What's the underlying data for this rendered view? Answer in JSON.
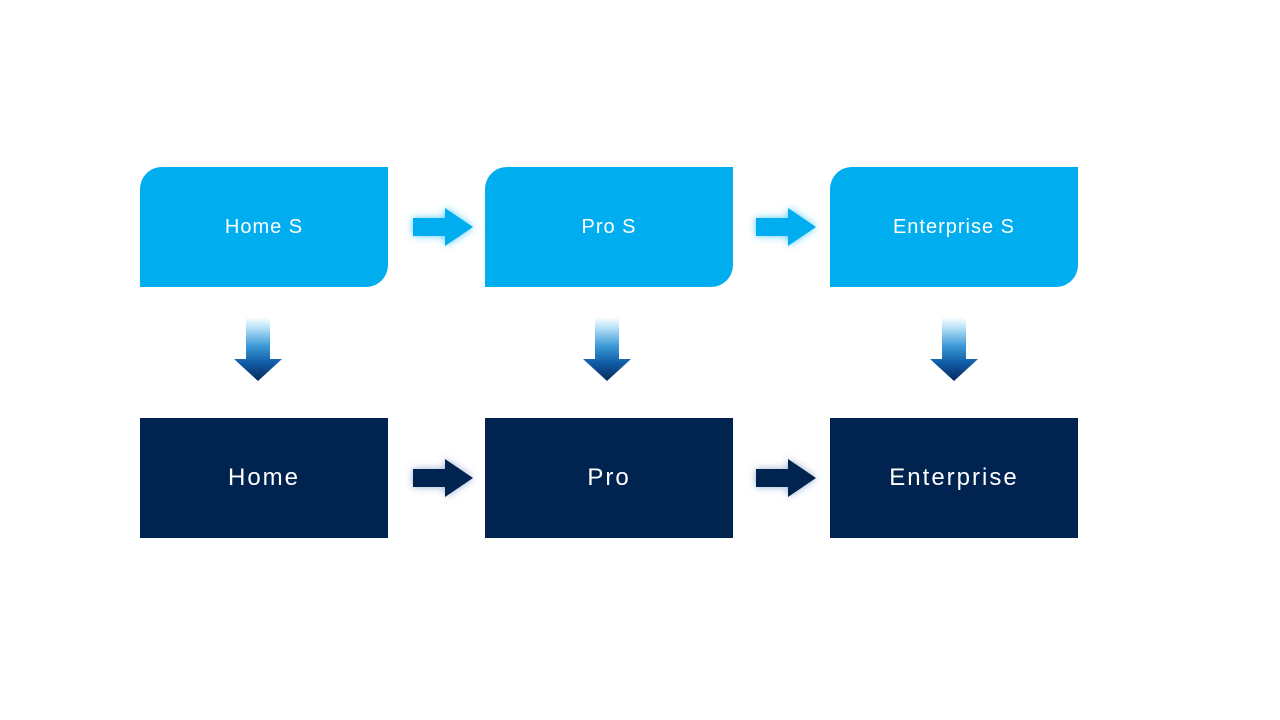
{
  "diagram": {
    "colors": {
      "light_blue": "#00AEEF",
      "dark_navy": "#012350",
      "label_text": "#FFFFFF"
    },
    "columns": [
      {
        "top_label": "Home S",
        "bottom_label": "Home"
      },
      {
        "top_label": "Pro S",
        "bottom_label": "Pro"
      },
      {
        "top_label": "Enterprise S",
        "bottom_label": "Enterprise"
      }
    ],
    "connections": {
      "top_row_arrows": [
        {
          "from": "Home S",
          "to": "Pro S",
          "direction": "right"
        },
        {
          "from": "Pro S",
          "to": "Enterprise S",
          "direction": "right"
        }
      ],
      "bottom_row_arrows": [
        {
          "from": "Home",
          "to": "Pro",
          "direction": "right"
        },
        {
          "from": "Pro",
          "to": "Enterprise",
          "direction": "right"
        }
      ],
      "vertical_arrows": [
        {
          "from": "Home S",
          "to": "Home",
          "direction": "down"
        },
        {
          "from": "Pro S",
          "to": "Pro",
          "direction": "down"
        },
        {
          "from": "Enterprise S",
          "to": "Enterprise",
          "direction": "down"
        }
      ]
    }
  }
}
